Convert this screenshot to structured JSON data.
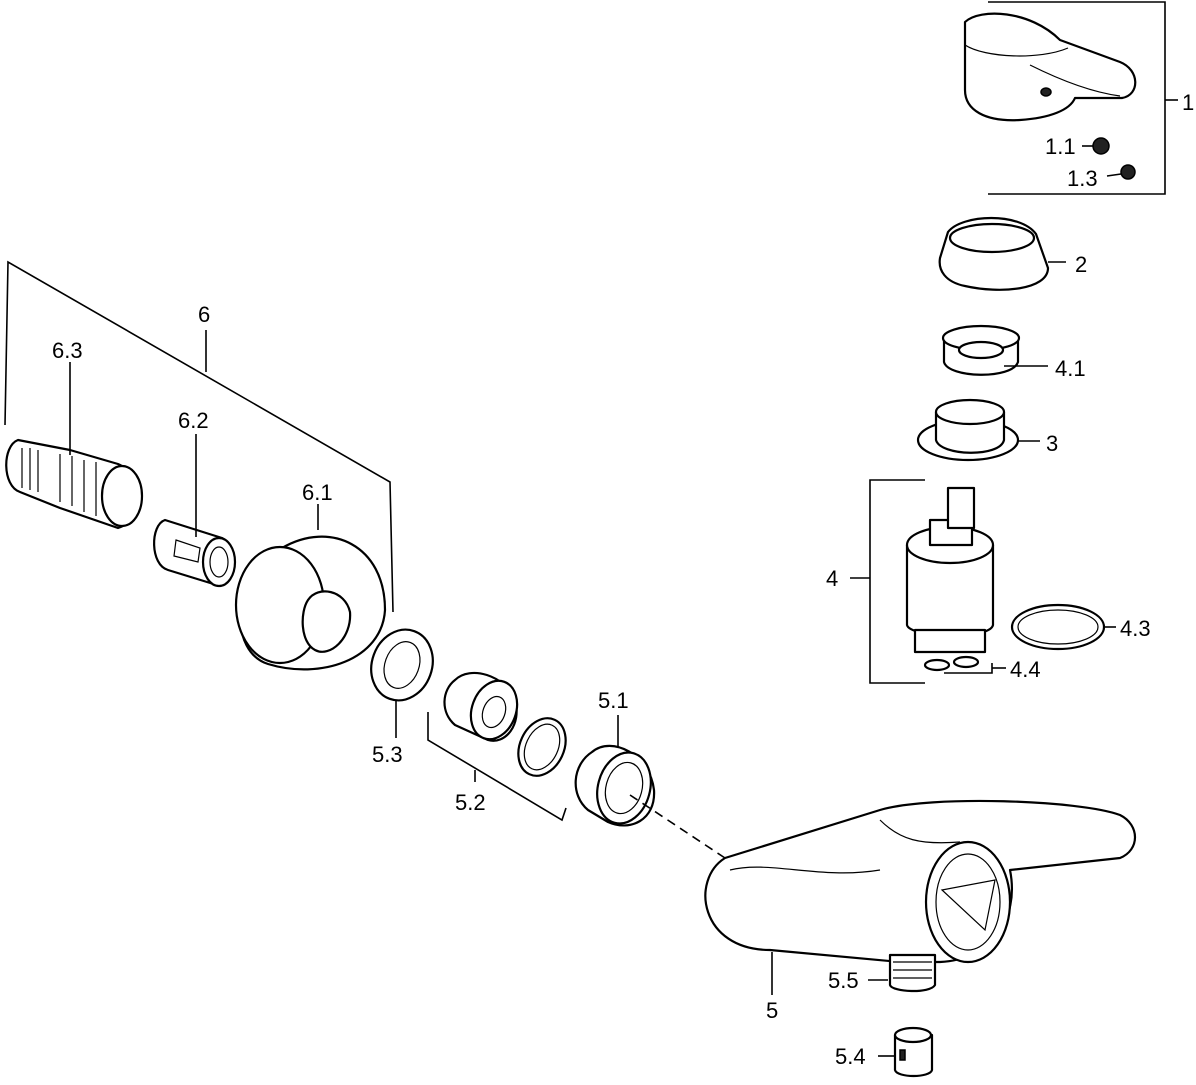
{
  "diagram": {
    "labels": {
      "p1": "1",
      "p1_1": "1.1",
      "p1_3": "1.3",
      "p2": "2",
      "p4_1": "4.1",
      "p3": "3",
      "p4": "4",
      "p4_3": "4.3",
      "p4_4": "4.4",
      "p5": "5",
      "p5_1": "5.1",
      "p5_2": "5.2",
      "p5_3": "5.3",
      "p5_4": "5.4",
      "p5_5": "5.5",
      "p6": "6",
      "p6_1": "6.1",
      "p6_2": "6.2",
      "p6_3": "6.3"
    }
  }
}
